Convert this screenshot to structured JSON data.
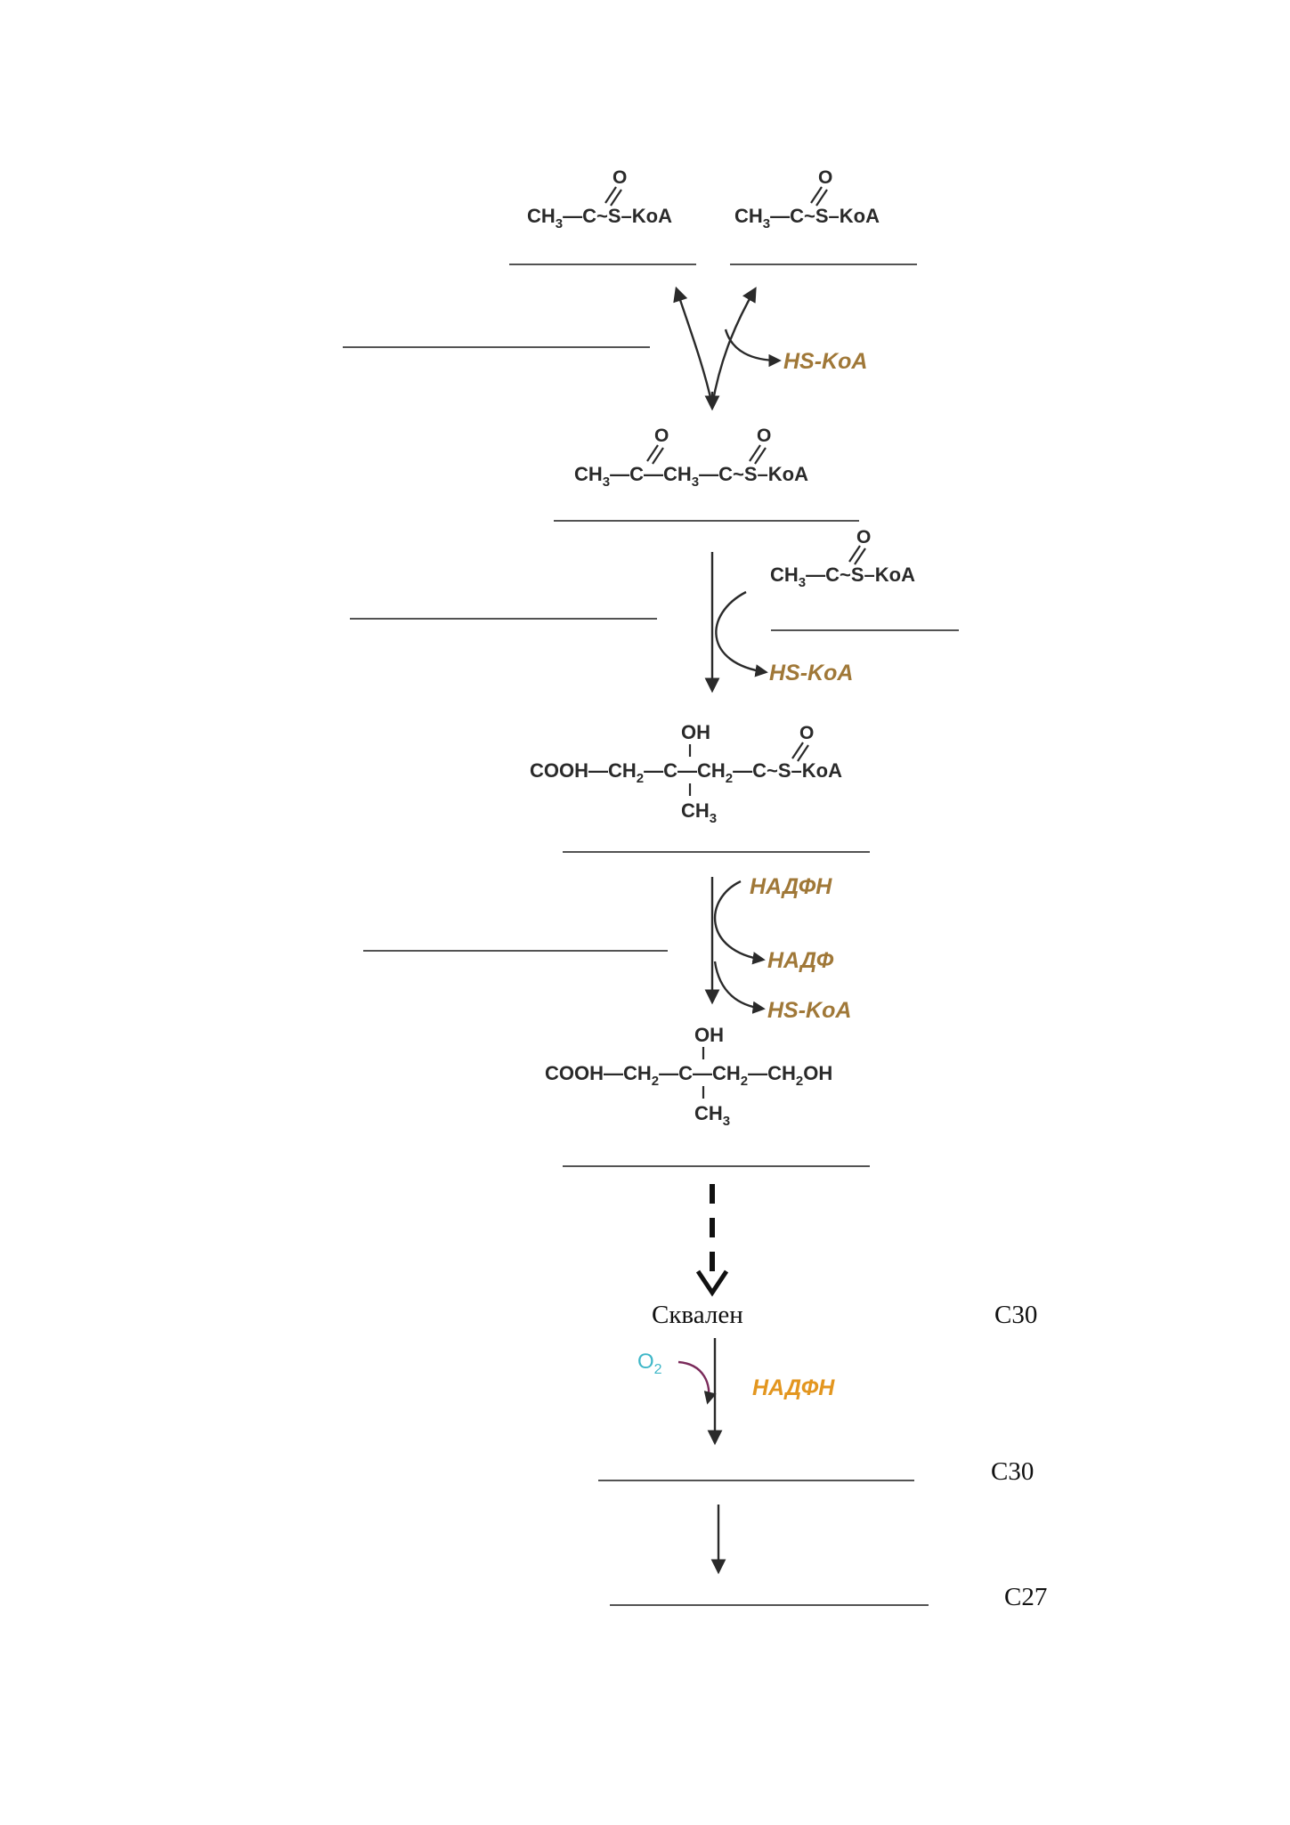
{
  "molecules": {
    "acetyl_coa": "CH3–C(=O)~S–KoA",
    "acetoacetyl_coa": "CH3–C(=O)–CH3–C(=O)~S–KoA",
    "hmg_coa": "COOH–CH2–C(OH)(CH3)–CH2–C(=O)~S–KoA",
    "mevalonate": "COOH–CH2–C(OH)(CH3)–CH2–CH2OH"
  },
  "labels": {
    "hs_koa": "HS-KoA",
    "nadph": "НАДФН",
    "nadp": "НАДФ",
    "o2": "O2",
    "squalene": "Сквален",
    "c30_first": "С30",
    "c30_second": "С30",
    "c27": "С27"
  },
  "colors": {
    "cofactor": "#a07838",
    "nadph_last": "#e3961f",
    "oxygen": "#3fb7c8",
    "oxygen_arrow": "#7a2a5a",
    "text": "#111111"
  }
}
